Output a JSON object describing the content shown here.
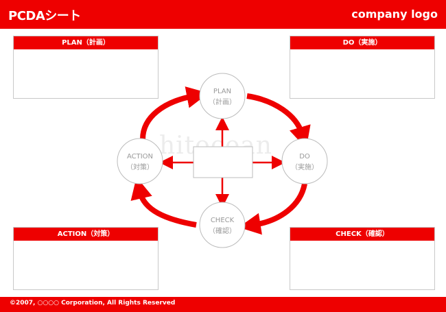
{
  "header": {
    "title": "PCDAシート",
    "logo": "company logo"
  },
  "boxes": {
    "plan": {
      "label": "PLAN（計画）"
    },
    "do": {
      "label": "DO（実施）"
    },
    "action": {
      "label": "ACTION（対策）"
    },
    "check": {
      "label": "CHECK（確認）"
    }
  },
  "cycle": {
    "plan": {
      "line1": "PLAN",
      "line2": "（計画）"
    },
    "do": {
      "line1": "DO",
      "line2": "（実施）"
    },
    "check": {
      "line1": "CHECK",
      "line2": "（確認）"
    },
    "action": {
      "line1": "ACTION",
      "line2": "（対策）"
    }
  },
  "watermark": "hitocean",
  "footer": {
    "copyright": "©2007, ○○○○ Corporation, All Rights Reserved"
  },
  "colors": {
    "accent": "#ee0000",
    "node_border": "#bbbbbb",
    "node_text": "#999999"
  }
}
